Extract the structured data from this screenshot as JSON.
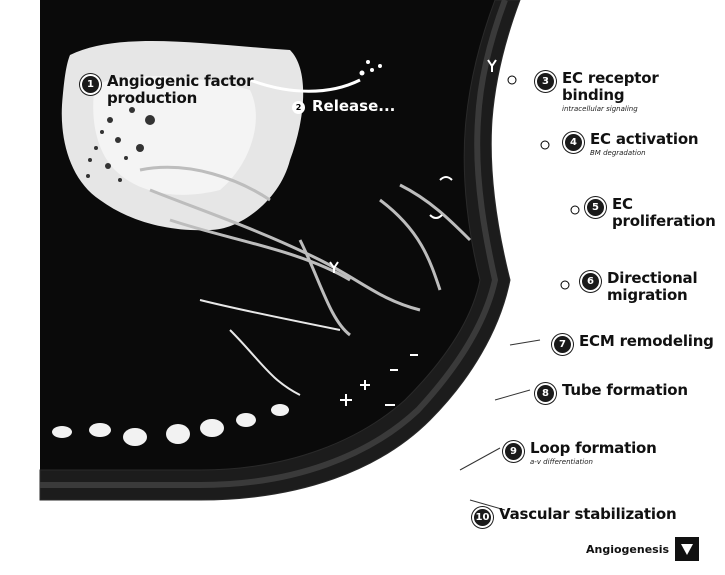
{
  "title": "",
  "steps": [
    {
      "num": "1",
      "label": "Angiogenic factor production",
      "sub": ""
    },
    {
      "num": "2",
      "label": "Release...",
      "sub": ""
    },
    {
      "num": "3",
      "label": "EC receptor binding",
      "sub": "intracellular signaling"
    },
    {
      "num": "4",
      "label": "EC activation",
      "sub": "BM degradation"
    },
    {
      "num": "5",
      "label": "EC proliferation",
      "sub": ""
    },
    {
      "num": "6",
      "label": "Directional migration",
      "sub": ""
    },
    {
      "num": "7",
      "label": "ECM remodeling",
      "sub": ""
    },
    {
      "num": "8",
      "label": "Tube formation",
      "sub": ""
    },
    {
      "num": "9",
      "label": "Loop formation",
      "sub": "a-v differentiation"
    },
    {
      "num": "10",
      "label": "Vascular stabilization",
      "sub": ""
    }
  ],
  "footer": {
    "title": "Angiogenesis"
  },
  "colors": {
    "background": "#ffffff",
    "tissue": "#000000",
    "tumor": "#e8e8e8",
    "text": "#111111"
  }
}
